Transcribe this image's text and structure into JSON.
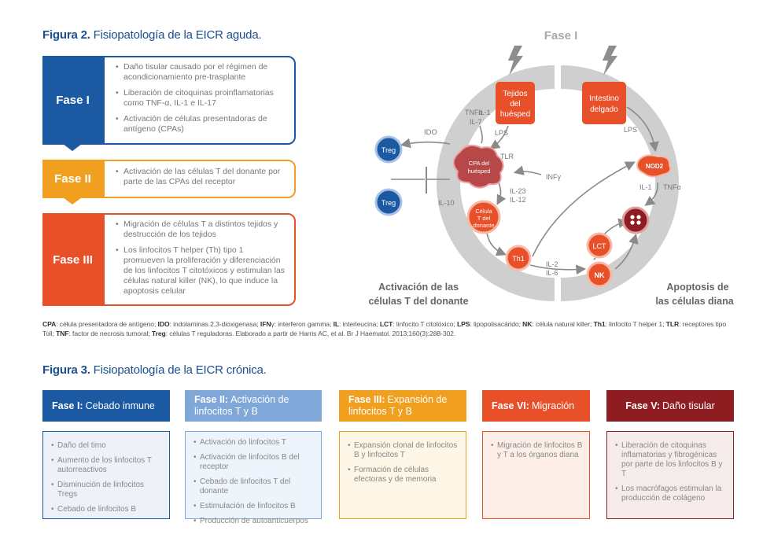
{
  "figure2": {
    "title_bold": "Figura 2.",
    "title_rest": " Fisiopatología de la EICR aguda.",
    "phases": [
      {
        "label": "Fase I",
        "color": "#1b5aa3",
        "items": [
          "Daño tisular causado por el régimen de acondicionamiento pre-trasplante",
          "Liberación de citoquinas proinflamatorias como TNF-α, IL-1 e IL-17",
          "Activación de células presentadoras de antígeno (CPAs)"
        ]
      },
      {
        "label": "Fase II",
        "color": "#f0a01e",
        "items": [
          "Activación de las células T del donante por parte de las CPAs del receptor"
        ]
      },
      {
        "label": "Fase III",
        "color": "#e8502a",
        "items": [
          "Migración de células T a distintos tejidos y destrucción de los tejidos",
          "Los linfocitos T helper (Th) tipo 1 promueven la proliferación y diferenciación de los linfocitos T citotóxicos y estimulan las células natural killer (NK), lo que induce la apoptosis celular"
        ]
      }
    ],
    "diagram": {
      "title": "Fase I",
      "tejidos": "Tejidos del huésped",
      "intestino": "Intestino delgado",
      "cpa": "CPA del huésped",
      "celula_t": "Célula T del donante",
      "treg": "Treg",
      "th1": "Th1",
      "lct": "LCT",
      "nk": "NK",
      "nod2": "NOD2",
      "ido": "IDO",
      "tnfa_l": "TNFα",
      "il1_l": "IL-1",
      "il7": "IL-7",
      "lps_1": "LPS",
      "lps_2": "LPS",
      "tlr": "TLR",
      "infg": "INFγ",
      "il23": "IL-23",
      "il12": "IL-12",
      "il10": "IL-10",
      "il2": "IL-2",
      "il6": "IL-6",
      "il1_r": "IL-1",
      "tnfa_r": "TNFα",
      "activacion_1": "Activación de las",
      "activacion_2": "células T del donante",
      "apoptosis_1": "Apoptosis de",
      "apoptosis_2": "las células diana"
    },
    "abbreviations": [
      {
        "k": "CPA",
        "v": ": célula presentadora de antígeno; "
      },
      {
        "k": "IDO",
        "v": ": indolaminas 2,3-dioxigenasa; "
      },
      {
        "k": "IFN",
        "v": "γ: interferon gamma; "
      },
      {
        "k": "IL",
        "v": ": interleucina; "
      },
      {
        "k": "LCT",
        "v": ": linfocito T citotóxico; "
      },
      {
        "k": "LPS",
        "v": ": lipopolisacárido; "
      },
      {
        "k": "NK",
        "v": ": célula natural killer; "
      },
      {
        "k": "Th1",
        "v": ": linfocito T helper 1; "
      },
      {
        "k": "TLR",
        "v": ": receptores tipo Toll; "
      },
      {
        "k": "TNF",
        "v": ": factor de necrosis tumoral; "
      },
      {
        "k": "Treg",
        "v": ": células T reguladoras. Elaborado a partir de Harris AC, et al. Br J Haematol. 2013;160(3):288-302."
      }
    ]
  },
  "figure3": {
    "title_bold": "Figura 3.",
    "title_rest": " Fisiopatología de la EICR crónica.",
    "phases": [
      {
        "bold": "Fase I:",
        "rest": "Cebado inmune",
        "color": "#1b5aa3",
        "bg": "#eef2f8",
        "items": [
          "Daño del timo",
          "Aumento de los linfocitos T autorreactivos",
          "Disminución de linfocitos Tregs",
          "Cebado de linfocitos B"
        ]
      },
      {
        "bold": "Fase II:",
        "rest": "Activación de linfocitos T y B",
        "color": "#7fa8d8",
        "bg": "#eef4fb",
        "items": [
          "Activación do linfocitos T",
          "Activación de linfocitos B del receptor",
          "Cebado de linfocitos T del donante",
          "Estimulación de linfocitos B",
          "Producción de autoanticuerpos"
        ]
      },
      {
        "bold": "Fase III:",
        "rest": "Expansión de linfocitos T y B",
        "color": "#f0a01e",
        "bg": "#fdf5e6",
        "items": [
          "Expansión clonal de linfocitos B y linfocitos T",
          "Formación de células efectoras y de memoria"
        ]
      },
      {
        "bold": "Fase VI:",
        "rest": "Migración",
        "color": "#e8502a",
        "bg": "#fdeee8",
        "items": [
          "Migración de linfocitos B y T a los órganos diana"
        ]
      },
      {
        "bold": "Fase V:",
        "rest": "Daño tisular",
        "color": "#8e1d22",
        "bg": "#f6ebeb",
        "items": [
          "Liberación de citoquinas inflamatorias y fibrogénicas por parte de los linfocitos B y T",
          "Los macrófagos estimulan la producción de colágeno"
        ]
      }
    ]
  }
}
